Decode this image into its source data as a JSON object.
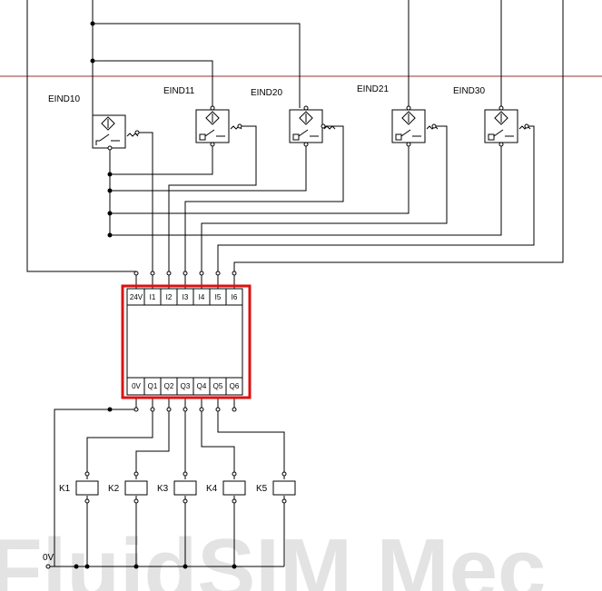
{
  "watermark": "FluidSIM Mec",
  "colors": {
    "wire": "#000000",
    "sheet_boundary": "#993333",
    "selection": "#dd1111",
    "watermark": "#e3e3e3"
  },
  "sensors": [
    {
      "label": "EIND10",
      "icon": "proximity-sensor-icon"
    },
    {
      "label": "EIND11",
      "icon": "proximity-sensor-icon"
    },
    {
      "label": "EIND20",
      "icon": "proximity-sensor-icon"
    },
    {
      "label": "EIND21",
      "icon": "proximity-sensor-icon"
    },
    {
      "label": "EIND30",
      "icon": "proximity-sensor-icon"
    }
  ],
  "module": {
    "inputs": [
      "24V",
      "I1",
      "I2",
      "I3",
      "I4",
      "I5",
      "I6"
    ],
    "outputs": [
      "0V",
      "Q1",
      "Q2",
      "Q3",
      "Q4",
      "Q5",
      "Q6"
    ]
  },
  "relays": [
    "K1",
    "K2",
    "K3",
    "K4",
    "K5"
  ],
  "supply_label": "0V"
}
